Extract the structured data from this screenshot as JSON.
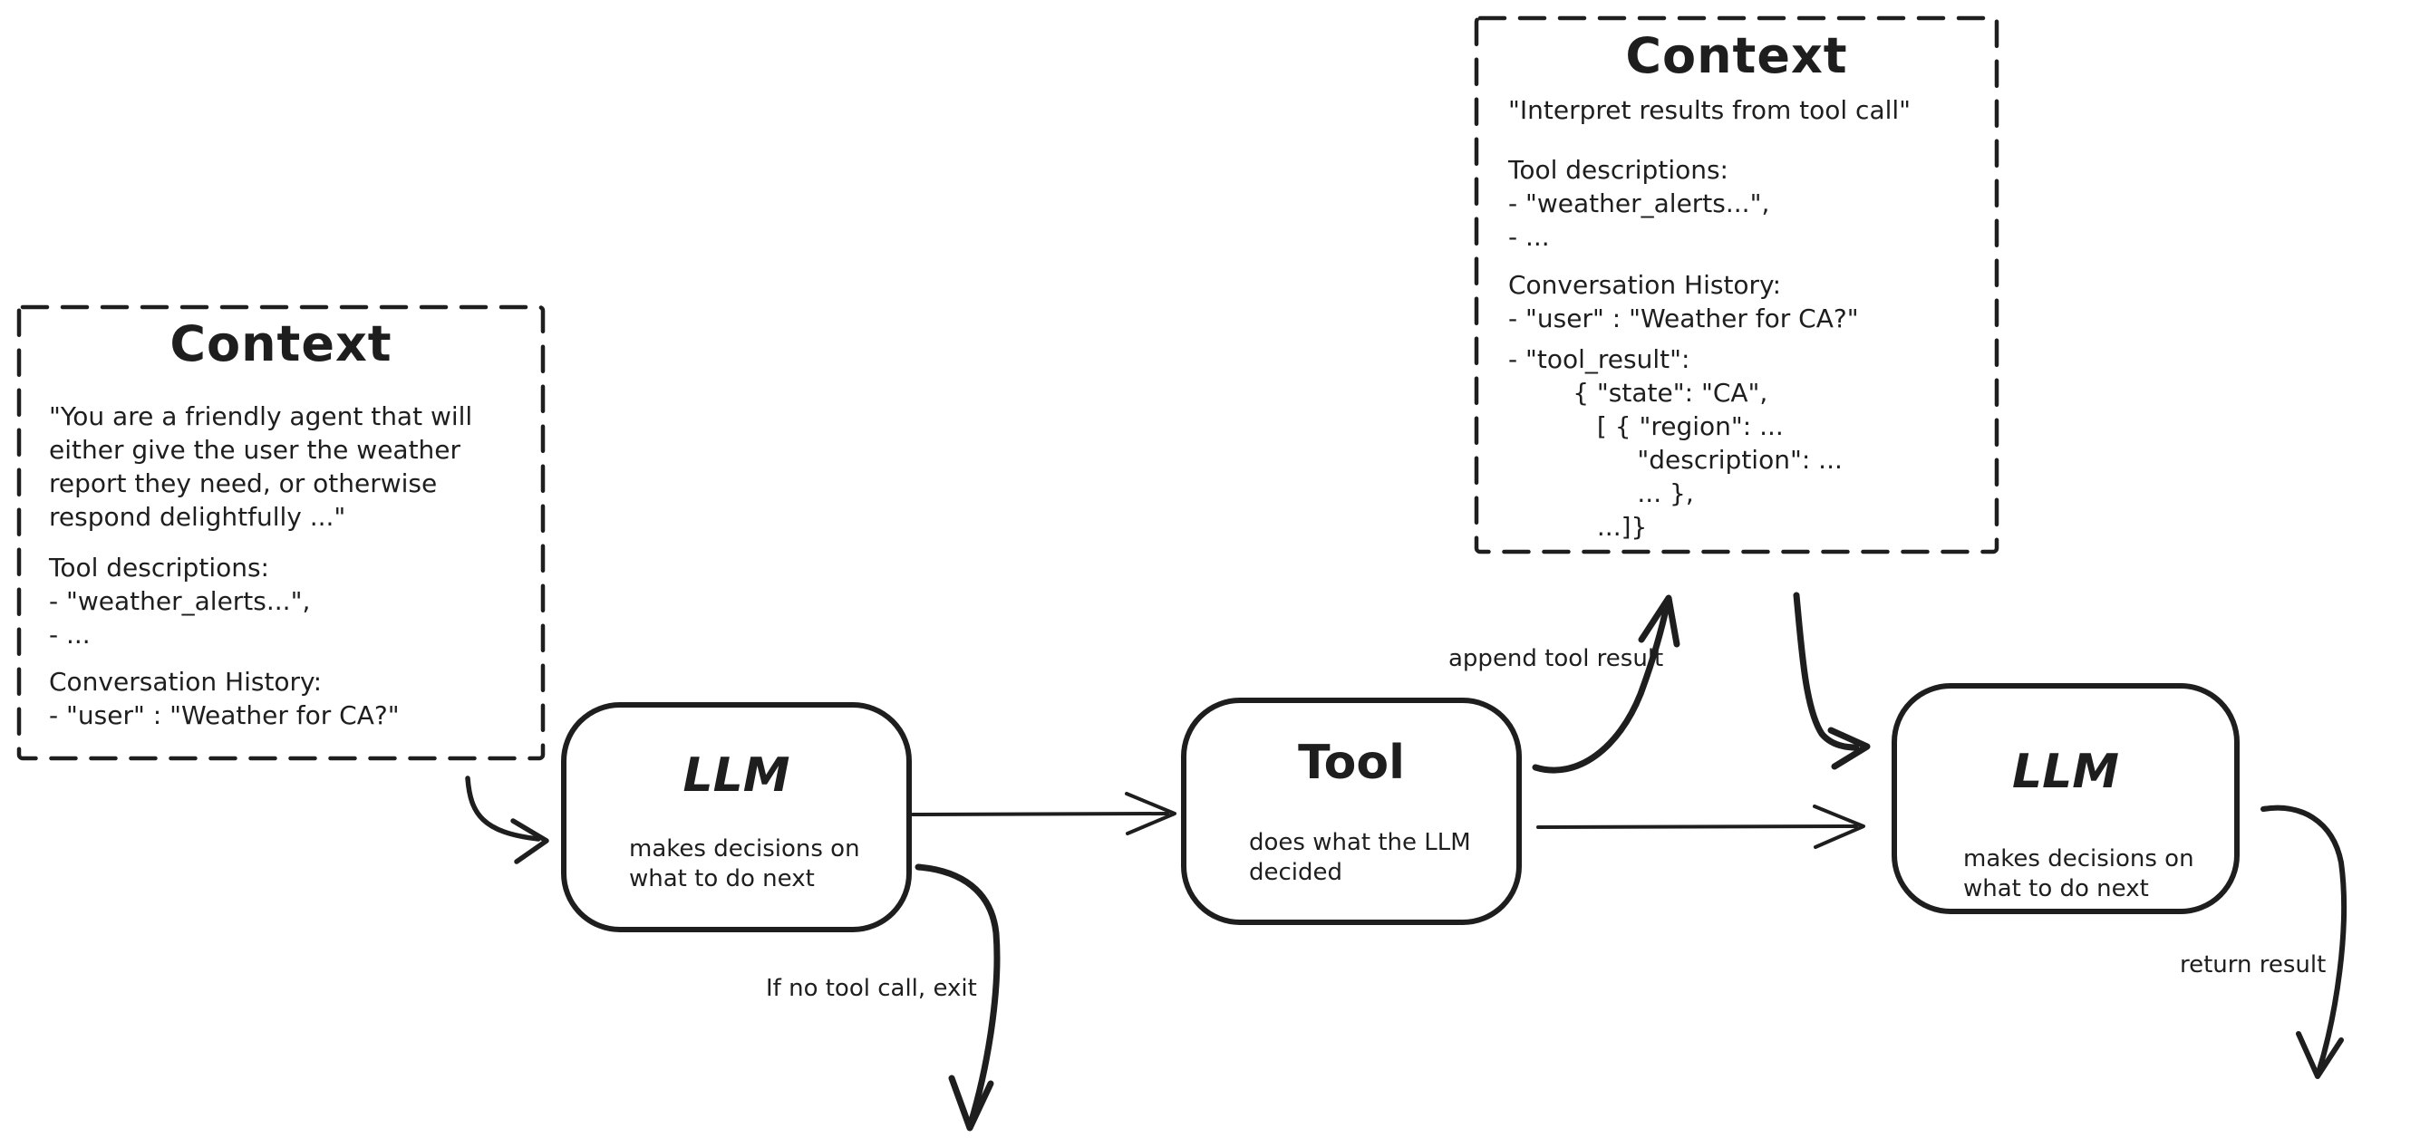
{
  "diagram": {
    "colors": {
      "stroke": "#1e1e1e",
      "background": "#ffffff"
    },
    "context_left": {
      "title": "Context",
      "system_prompt": "\"You are a friendly agent that will\neither give the user the weather\nreport they need, or otherwise\nrespond delightfully ...\"",
      "tool_descriptions": "Tool descriptions:\n- \"weather_alerts...\",\n- ...",
      "conversation_history": "Conversation History:\n- \"user\" : \"Weather for CA?\""
    },
    "context_right": {
      "title": "Context",
      "system_prompt": "\"Interpret results from tool call\"",
      "tool_descriptions": "Tool descriptions:\n- \"weather_alerts...\",\n- ...",
      "conversation_history": "Conversation History:\n- \"user\" : \"Weather for CA?\"",
      "tool_result": "- \"tool_result\":\n        { \"state\": \"CA\",\n           [ { \"region\": ...\n                \"description\": ...\n                ... },\n           ...]}"
    },
    "nodes": {
      "llm1": {
        "title": "LLM",
        "subtitle": "makes decisions on\nwhat to do next"
      },
      "tool": {
        "title": "Tool",
        "subtitle": "does what the LLM\ndecided"
      },
      "llm2": {
        "title": "LLM",
        "subtitle": "makes decisions on\nwhat to do next"
      }
    },
    "edges": {
      "context_left_to_llm1": {
        "label": ""
      },
      "llm1_to_tool": {
        "label": ""
      },
      "tool_to_context_right": {
        "label": "append tool result"
      },
      "context_right_to_llm2": {
        "label": ""
      },
      "tool_to_llm2": {
        "label": ""
      },
      "llm1_exit": {
        "label": "If no tool call, exit"
      },
      "llm2_return": {
        "label": "return result"
      }
    }
  }
}
